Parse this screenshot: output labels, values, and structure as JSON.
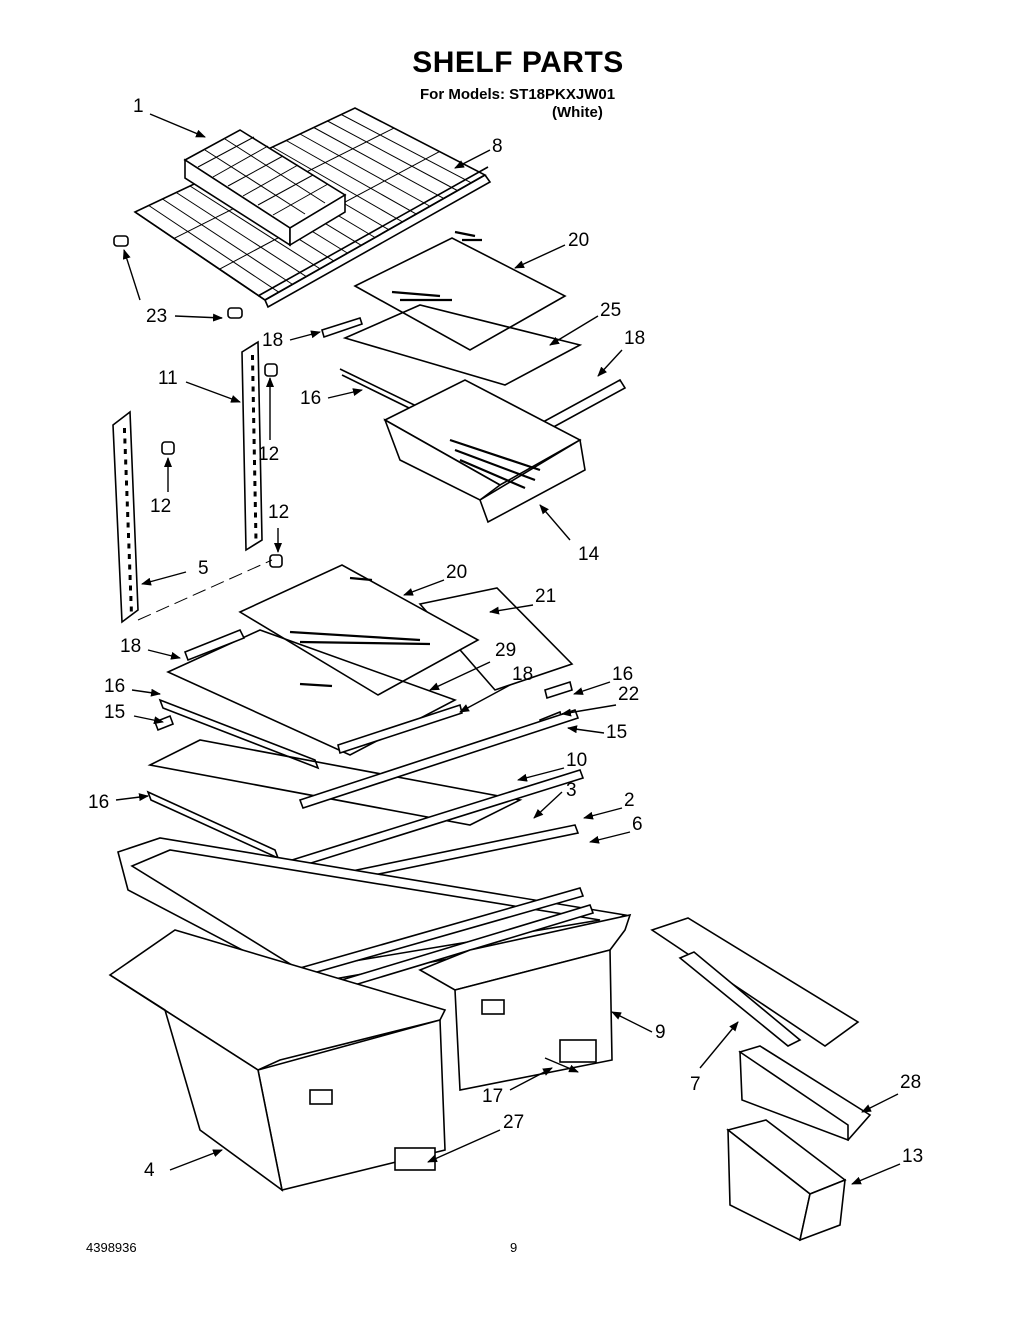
{
  "header": {
    "title": "SHELF PARTS",
    "models_line": "For Models: ST18PKXJW01",
    "variant": "(White)"
  },
  "footer": {
    "document_number": "4398936",
    "page_number": "9"
  },
  "callouts": [
    {
      "id": "c1",
      "text": "1"
    },
    {
      "id": "c8",
      "text": "8"
    },
    {
      "id": "c20a",
      "text": "20"
    },
    {
      "id": "c23",
      "text": "23"
    },
    {
      "id": "c18a",
      "text": "18"
    },
    {
      "id": "c25",
      "text": "25"
    },
    {
      "id": "c18b",
      "text": "18"
    },
    {
      "id": "c11",
      "text": "11"
    },
    {
      "id": "c16a",
      "text": "16"
    },
    {
      "id": "c12a",
      "text": "12"
    },
    {
      "id": "c12b",
      "text": "12"
    },
    {
      "id": "c12c",
      "text": "12"
    },
    {
      "id": "c14",
      "text": "14"
    },
    {
      "id": "c5",
      "text": "5"
    },
    {
      "id": "c20b",
      "text": "20"
    },
    {
      "id": "c21",
      "text": "21"
    },
    {
      "id": "c18c",
      "text": "18"
    },
    {
      "id": "c29",
      "text": "29"
    },
    {
      "id": "c18d",
      "text": "18"
    },
    {
      "id": "c16b",
      "text": "16"
    },
    {
      "id": "c16c",
      "text": "16"
    },
    {
      "id": "c22",
      "text": "22"
    },
    {
      "id": "c15a",
      "text": "15"
    },
    {
      "id": "c15b",
      "text": "15"
    },
    {
      "id": "c10",
      "text": "10"
    },
    {
      "id": "c16d",
      "text": "16"
    },
    {
      "id": "c3",
      "text": "3"
    },
    {
      "id": "c2",
      "text": "2"
    },
    {
      "id": "c6",
      "text": "6"
    },
    {
      "id": "c9",
      "text": "9"
    },
    {
      "id": "c7",
      "text": "7"
    },
    {
      "id": "c28",
      "text": "28"
    },
    {
      "id": "c17",
      "text": "17"
    },
    {
      "id": "c27",
      "text": "27"
    },
    {
      "id": "c13",
      "text": "13"
    },
    {
      "id": "c4",
      "text": "4"
    }
  ]
}
